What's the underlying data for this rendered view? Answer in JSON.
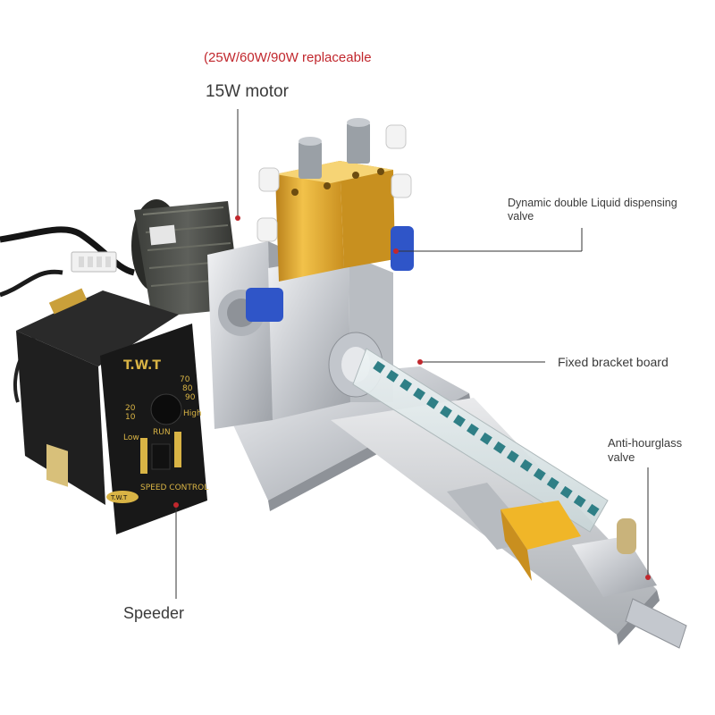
{
  "notes": {
    "power_options": "(25W/60W/90W replaceable",
    "motor": "15W motor"
  },
  "callouts": {
    "valve_line1": "Dynamic double Liquid dispensing",
    "valve_line2": "valve",
    "bracket": "Fixed bracket board",
    "anti_line1": "Anti-hourglass",
    "anti_line2": "valve",
    "speeder": "Speeder"
  },
  "controller": {
    "brand": "T.W.T",
    "speed_marks": [
      "20",
      "10",
      "70",
      "80",
      "90"
    ],
    "low": "Low",
    "high": "High",
    "knob_label": "RUN",
    "footer_badge": "T.W.T",
    "footer_text": "SPEED CONTROL"
  },
  "colors": {
    "accent_red": "#c1272d",
    "brass": "#d8a52c",
    "valve_blue": "#2f55c8",
    "mixer_green": "#2f7f86",
    "controller_black": "#1c1c1c",
    "controller_gold": "#d9b445"
  }
}
